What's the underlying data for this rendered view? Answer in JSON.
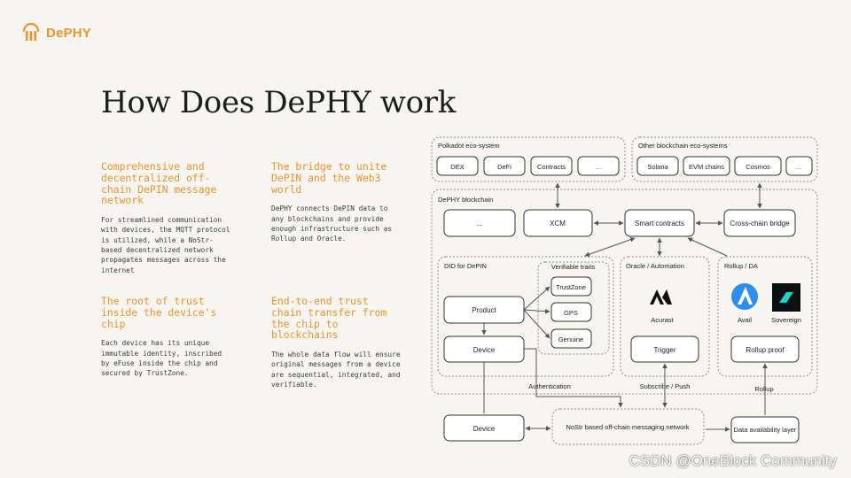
{
  "brand": {
    "name": "DePHY",
    "color": "#e8952e"
  },
  "slide": {
    "title": "How Does DePHY work"
  },
  "features": [
    {
      "heading": "Comprehensive and\ndecentralized off-\nchain DePIN message\nnetwork",
      "body": "For streamlined communication\nwith devices, the MQTT protocol\nis utilized, while a NoStr-\nbased decentralized network\npropagates messages across the\ninternet"
    },
    {
      "heading": "The bridge to unite\nDePIN and the Web3\nworld",
      "body": "DePHY connects DePIN data to\nany blockchains and provide\nenough infrastructure such as\nRollup and Oracle."
    },
    {
      "heading": "The root of trust\ninside the device's\nchip",
      "body": "Each device has its unique\nimmutable identity, inscribed\nby eFuse inside the chip and\nsecured by TrustZone."
    },
    {
      "heading": "End-to-end trust\nchain transfer from\nthe chip to\nblockchains",
      "body": "The whole data flow will ensure\noriginal messages from a device\nare sequential, integrated, and\nverifiable."
    }
  ],
  "diagram": {
    "polkadot": {
      "label": "Polkadot eco-system",
      "items": [
        "DEX",
        "DeFi",
        "Contracts",
        "..."
      ]
    },
    "other_chains": {
      "label": "Other blockchain eco-systems",
      "items": [
        "Solana",
        "EVM chains",
        "Cosmos",
        "..."
      ]
    },
    "dephy_chain": {
      "label": "DePHY blockchain",
      "nodes": {
        "ellipsis": "...",
        "xcm": "XCM",
        "smart_contracts": "Smart contracts",
        "bridge": "Cross-chain bridge"
      }
    },
    "did": {
      "label": "DID for DePIN",
      "product": "Product",
      "device": "Device"
    },
    "traits": {
      "label": "Verifiable traits",
      "items": [
        "TrustZone",
        "GPS",
        "Genuine"
      ]
    },
    "oracle": {
      "label": "Oracle / Automation",
      "logo_name": "Acurast",
      "trigger": "Trigger"
    },
    "rollup": {
      "label": "Rollup / DA",
      "logos": [
        "Avail",
        "Sovereign"
      ],
      "proof": "Rollup proof"
    },
    "edges": {
      "authentication": "Authentication",
      "subscribe": "Subscribe / Push",
      "rollup": "Rollup"
    },
    "bottom": {
      "device": "Device",
      "nostr": "NoStr based off-chain messaging network",
      "da": "Data availability layer"
    }
  },
  "watermark": "CSDN @OneBlock Community"
}
